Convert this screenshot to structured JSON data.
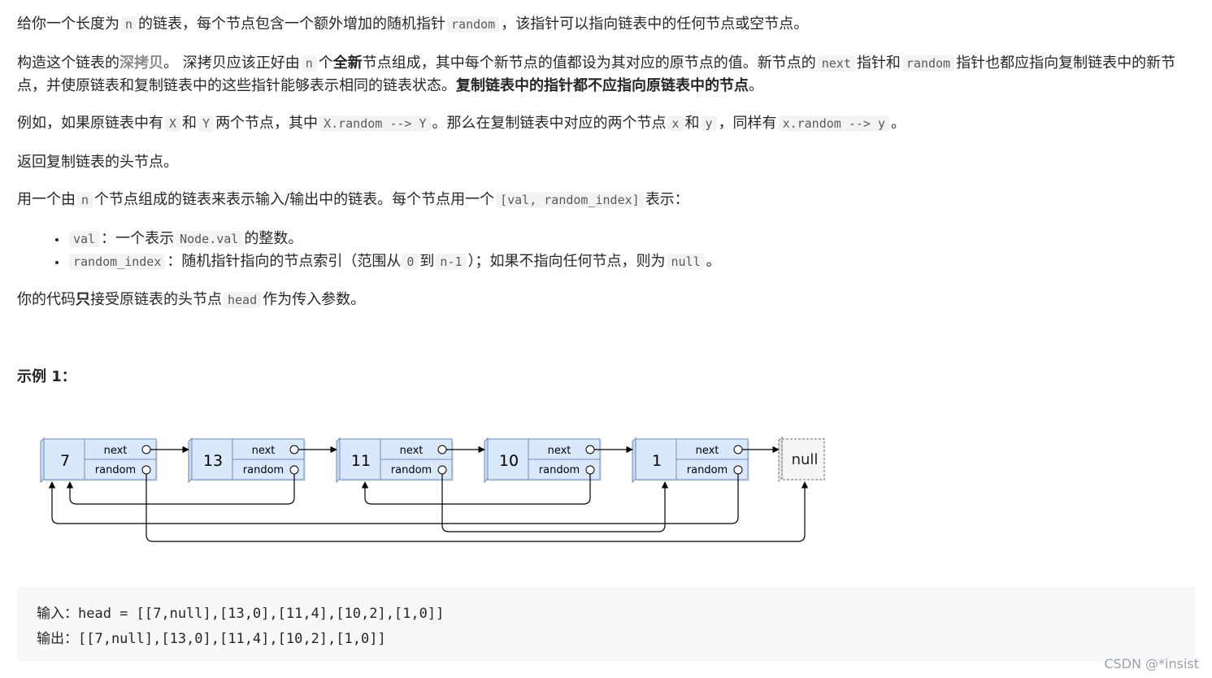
{
  "paragraphs": {
    "p1": {
      "t1": "给你一个长度为",
      "c1": "n",
      "t2": "的链表，每个节点包含一个额外增加的随机指针",
      "c2": "random",
      "t3": "，该指针可以指向链表中的任何节点或空节点。"
    },
    "p2": {
      "t1": "构造这个链表的",
      "b1": "深拷贝",
      "t2": "。 深拷贝应该正好由",
      "c1": "n",
      "t3": "个",
      "b2": "全新",
      "t4": "节点组成，其中每个新节点的值都设为其对应的原节点的值。新节点的",
      "c2": "next",
      "t5": "指针和",
      "c3": "random",
      "t6": "指针也都应指向复制链表中的新节点，并使原链表和复制链表中的这些指针能够表示相同的链表状态。",
      "b3": "复制链表中的指针都不应指向原链表中的节点",
      "t7": "。"
    },
    "p3": {
      "t1": "例如，如果原链表中有",
      "c1": "X",
      "t2": "和",
      "c2": "Y",
      "t3": "两个节点，其中",
      "c3": "X.random --> Y",
      "t4": "。那么在复制链表中对应的两个节点",
      "c4": "x",
      "t5": "和",
      "c5": "y",
      "t6": "，同样有",
      "c6": "x.random --> y",
      "t7": "。"
    },
    "p4": "返回复制链表的头节点。",
    "p5": {
      "t1": "用一个由",
      "c1": "n",
      "t2": "个节点组成的链表来表示输入/输出中的链表。每个节点用一个",
      "c2": "[val, random_index]",
      "t3": "表示："
    },
    "bullets": [
      {
        "c1": "val",
        "t1": "：一个表示",
        "c2": "Node.val",
        "t2": "的整数。"
      },
      {
        "c1": "random_index",
        "t1": "：随机指针指向的节点索引（范围从",
        "c2": "0",
        "t2": "到",
        "c3": "n-1",
        "t3": "）；如果不指向任何节点，则为",
        "c4": "null",
        "t4": "。"
      }
    ],
    "p6": {
      "t1": "你的代码",
      "b1": "只",
      "t2": "接受原链表的头节点",
      "c1": "head",
      "t3": "作为传入参数。"
    }
  },
  "example": {
    "title": "示例 1：",
    "diagram": {
      "nodes": [
        {
          "val": "7",
          "next_label": "next",
          "random_label": "random"
        },
        {
          "val": "13",
          "next_label": "next",
          "random_label": "random"
        },
        {
          "val": "11",
          "next_label": "next",
          "random_label": "random"
        },
        {
          "val": "10",
          "next_label": "next",
          "random_label": "random"
        },
        {
          "val": "1",
          "next_label": "next",
          "random_label": "random"
        }
      ],
      "null_label": "null",
      "colors": {
        "node_fill": "#dae8fc",
        "node_stroke": "#6c8ebf",
        "null_fill": "#f5f5f5",
        "arrow": "#000000"
      }
    },
    "input_line": "输入：head = [[7,null],[13,0],[11,4],[10,2],[1,0]]",
    "output_line": "输出：[[7,null],[13,0],[11,4],[10,2],[1,0]]"
  },
  "watermark": "CSDN @*insist"
}
